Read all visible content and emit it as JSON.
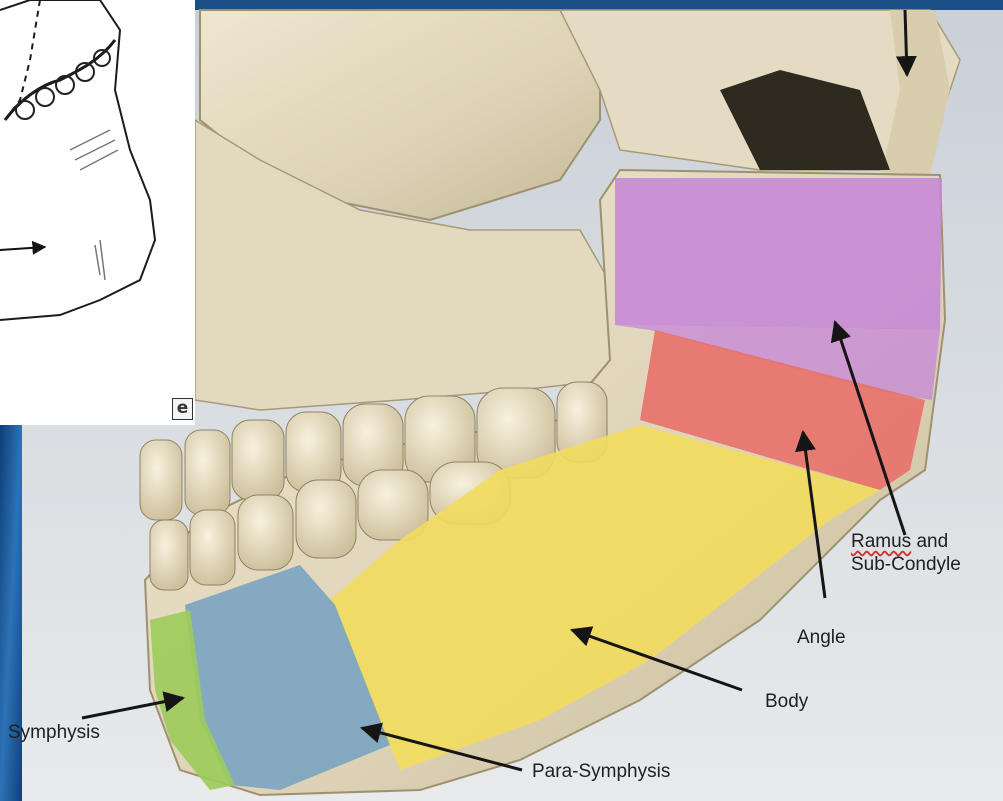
{
  "labels": {
    "ramus_line1_word": "Ramus",
    "ramus_line1_rest": " and",
    "ramus_line2": "Sub-Condyle",
    "angle": "Angle",
    "body": "Body",
    "symphysis": "Symphysis",
    "para_symphysis": "Para-Symphysis"
  },
  "inset": {
    "badge": "e"
  },
  "colors": {
    "ramus_region": "#c686d8",
    "angle_region": "#e8716a",
    "body_region": "#f2dc5e",
    "para_symphysis_region": "#7ea7c0",
    "symphysis_region": "#9ccb5a",
    "bone": "#e6dcc4",
    "background_blue": "#1c5a9c"
  }
}
